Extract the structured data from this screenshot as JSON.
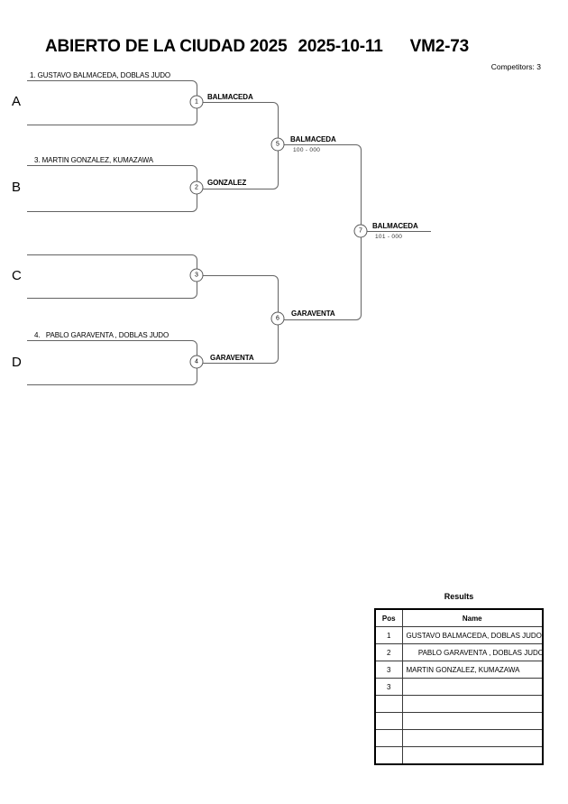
{
  "header": {
    "title_event": "ABIERTO DE LA CIUDAD 2025",
    "title_date": "2025-10-11",
    "title_category": "VM2-73",
    "competitors": "Competitors: 3"
  },
  "bracket": {
    "positions": {
      "a": "A",
      "b": "B",
      "c": "C",
      "d": "D"
    },
    "entries": {
      "a": "1. GUSTAVO BALMACEDA, DOBLAS JUDO",
      "b": "3. MARTIN GONZALEZ, KUMAZAWA",
      "d": "4.   PABLO GARAVENTA , DOBLAS JUDO"
    },
    "matches": {
      "m1": {
        "number": "1",
        "winner": "BALMACEDA"
      },
      "m2": {
        "number": "2",
        "winner": "GONZALEZ"
      },
      "m3": {
        "number": "3",
        "winner": ""
      },
      "m4": {
        "number": "4",
        "winner": "GARAVENTA"
      },
      "m5": {
        "number": "5",
        "winner": "BALMACEDA",
        "score": "100 - 000"
      },
      "m6": {
        "number": "6",
        "winner": "GARAVENTA",
        "score": ""
      },
      "m7": {
        "number": "7",
        "winner": "BALMACEDA",
        "score": "101 - 000"
      }
    }
  },
  "results": {
    "title": "Results",
    "columns": {
      "pos": "Pos",
      "name": "Name"
    },
    "rows": [
      {
        "pos": "1",
        "name": "GUSTAVO BALMACEDA, DOBLAS JUDO"
      },
      {
        "pos": "2",
        "name": "      PABLO GARAVENTA , DOBLAS JUDO"
      },
      {
        "pos": "3",
        "name": "MARTIN GONZALEZ, KUMAZAWA"
      },
      {
        "pos": "3",
        "name": ""
      },
      {
        "pos": "",
        "name": ""
      },
      {
        "pos": "",
        "name": ""
      },
      {
        "pos": "",
        "name": ""
      },
      {
        "pos": "",
        "name": ""
      }
    ]
  }
}
